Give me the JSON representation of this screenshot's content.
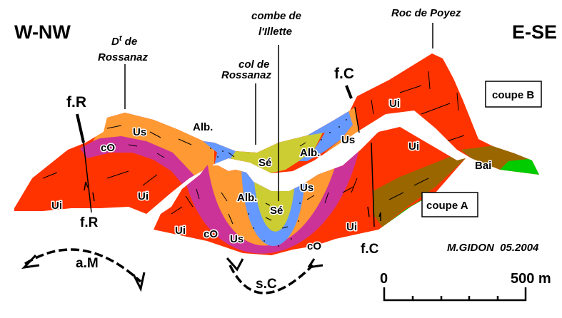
{
  "orientation": {
    "left": "W-NW",
    "right": "E-SE"
  },
  "place_names": {
    "dent_rossanaz_1a": "D",
    "dent_rossanaz_1b": "t",
    "dent_rossanaz_1c": " de",
    "dent_rossanaz_2": "Rossanaz",
    "combe_1": "combe de",
    "combe_2": "l'Illette",
    "col_1": "col de",
    "col_2": "Rossanaz",
    "roc": "Roc de Poyez"
  },
  "sections": {
    "upper": "coupe B",
    "lower": "coupe A"
  },
  "units": {
    "Ui": "Ui",
    "cO": "cO",
    "Us": "Us",
    "Alb": "Alb.",
    "Se": "Sé",
    "Bai": "Bai"
  },
  "structures": {
    "fault_R": "f.R",
    "fault_C": "f.C",
    "anticline_M": "a.M",
    "syncline_C": "s.C"
  },
  "credit": "M.GIDON  05.2004",
  "scale": {
    "start": "0",
    "end": "500 m"
  },
  "colors": {
    "Ui": "#ff3300",
    "cO": "#cc3399",
    "Us": "#ff9933",
    "Alb": "#6699ff",
    "Se": "#cccc33",
    "Bai": "#996600",
    "green": "#00cc00"
  }
}
